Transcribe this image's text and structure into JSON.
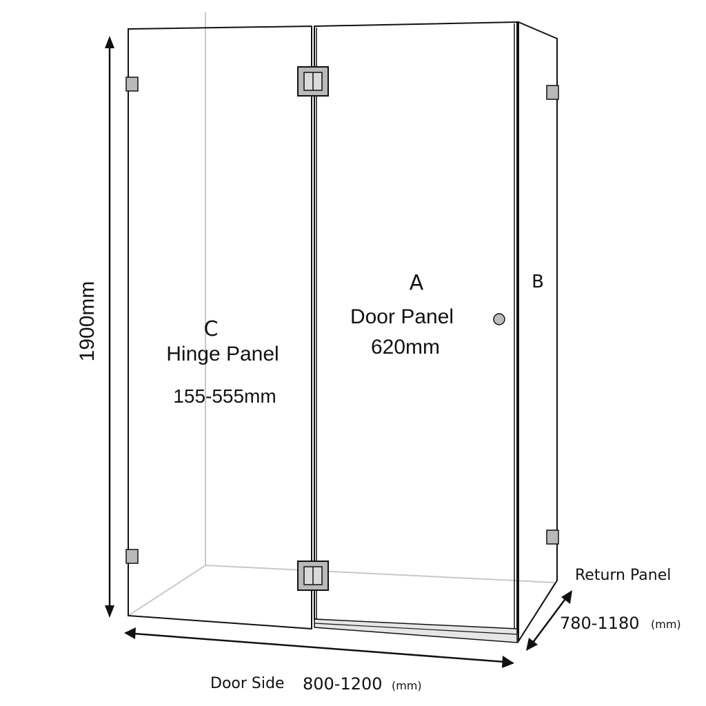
{
  "labels": {
    "panel_c_letter": "C",
    "panel_c_name": "Hinge Panel",
    "panel_c_size": "155-555mm",
    "panel_a_letter": "A",
    "panel_a_name": "Door Panel",
    "panel_a_size": "620mm",
    "panel_b_letter": "B",
    "height": "1900mm",
    "return_panel": "Return Panel",
    "return_width": "780-1180",
    "return_unit": "(mm)",
    "door_side": "Door Side",
    "door_width": "800-1200",
    "door_unit": "(mm)"
  },
  "colors": {
    "line": "#111111",
    "back_line": "#c8c8c8",
    "hardware_fill": "#b9b9b9",
    "handle_fill": "#bdbdbd"
  },
  "icons": {
    "hinge": "square-hinge-icon",
    "clamp": "wall-clamp-icon",
    "handle": "round-knob-icon"
  }
}
